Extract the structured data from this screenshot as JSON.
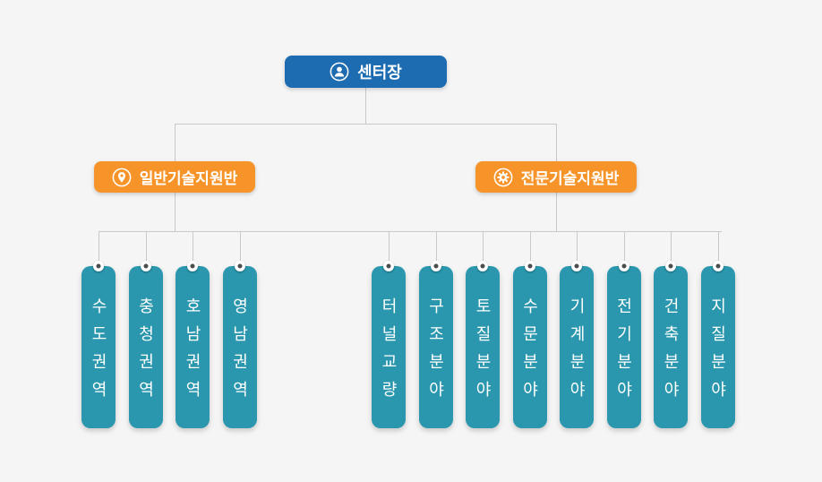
{
  "root": {
    "label": "센터장",
    "icon": "person-icon"
  },
  "teams": {
    "general": {
      "label": "일반기술지원반",
      "icon": "location-pin-icon",
      "items": [
        "수도권역",
        "충청권역",
        "호남권역",
        "영남권역"
      ]
    },
    "expert": {
      "label": "전문기술지원반",
      "icon": "gear-icon",
      "items": [
        "터널교량",
        "구조분야",
        "토질분야",
        "수문분야",
        "기계분야",
        "전기분야",
        "건축분야",
        "지질분야"
      ]
    }
  },
  "colors": {
    "background": "#f5f5f5",
    "root_box": "#1d6bb0",
    "team_box": "#f79429",
    "branch_pill": "#2a97ae",
    "connector": "#c9c9c9",
    "pin_dot": "#4d4d4d",
    "text": "#ffffff"
  }
}
